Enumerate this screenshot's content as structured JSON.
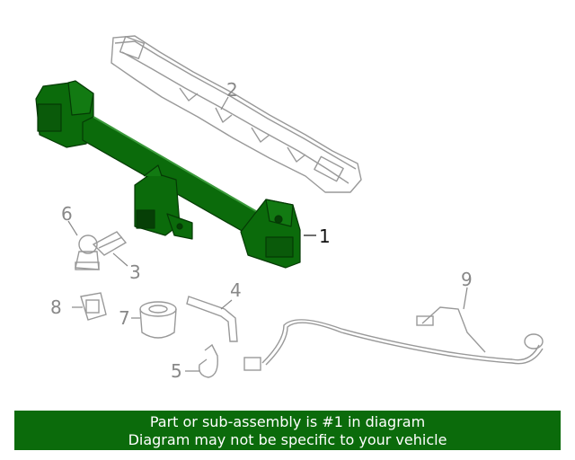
{
  "callouts": {
    "c1": "1",
    "c2": "2",
    "c3": "3",
    "c4": "4",
    "c5": "5",
    "c6": "6",
    "c7": "7",
    "c8": "8",
    "c9": "9"
  },
  "banner": {
    "line1": "Part or sub-assembly is #1 in diagram",
    "line2": "Diagram may not be specific to your vehicle"
  },
  "colors": {
    "highlight": "#0b6b0b",
    "outline": "#999999",
    "callout_active": "#111111",
    "callout_inactive": "#888888"
  },
  "icons": [
    "hitch-receiver-icon",
    "bumper-beam-icon",
    "wiring-harness-icon"
  ]
}
